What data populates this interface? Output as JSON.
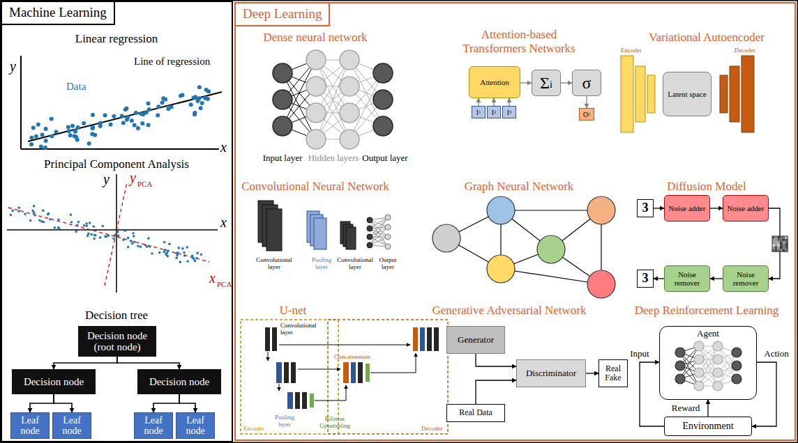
{
  "diagram": {
    "nodes": [
      {
        "text": [
          "Machine Learning"
        ]
      },
      {
        "text": [
          "Decision node (root node)"
        ],
        "in": 0
      },
      {
        "text": [
          "Decision node"
        ],
        "in": 0
      },
      {
        "text": [
          "Decision node"
        ],
        "in": 0
      },
      {
        "text": [
          "Leaf node"
        ],
        "in": 0
      },
      {
        "text": [
          "Leaf node"
        ],
        "in": 0
      },
      {
        "text": [
          "Leaf node"
        ],
        "in": 0
      },
      {
        "text": [
          "Leaf node"
        ],
        "in": 0
      },
      {
        "text": [
          "Deep Learning"
        ]
      },
      {
        "text": [
          "Attention"
        ],
        "in": 8
      },
      {
        "text": [
          "Σ",
          "i"
        ],
        "in": 8
      },
      {
        "text": [
          "σ"
        ],
        "in": 8
      },
      {
        "text": [
          "I",
          "1"
        ],
        "in": 8
      },
      {
        "text": [
          "I",
          "2"
        ],
        "in": 8
      },
      {
        "text": [
          "I",
          "3"
        ],
        "in": 8
      },
      {
        "text": [
          "O",
          "1"
        ],
        "in": 8
      },
      {
        "text": [
          "Latent space"
        ],
        "in": 8
      },
      {
        "text": [
          "3"
        ],
        "in": 8
      },
      {
        "text": [
          "Noise adder"
        ],
        "in": 8
      },
      {
        "text": [
          "Noise adder"
        ],
        "in": 8
      },
      {
        "text": [
          "3"
        ],
        "in": 8
      },
      {
        "text": [
          "Noise remover"
        ],
        "in": 8
      },
      {
        "text": [
          "Noise remover"
        ],
        "in": 8
      },
      {
        "text": [
          "Generator"
        ],
        "in": 8
      },
      {
        "text": [
          "Discriminator"
        ],
        "in": 8
      },
      {
        "text": [
          "Real Fake"
        ],
        "in": 8
      },
      {
        "text": [
          "Real Data"
        ],
        "in": 8
      },
      {
        "text": [
          "Agent"
        ],
        "in": 8
      },
      {
        "text": [
          "Environment"
        ],
        "in": 8
      }
    ],
    "edges": [
      {
        "from": 1,
        "to": 2,
        "arrow": "to"
      },
      {
        "from": 1,
        "to": 3,
        "arrow": "to"
      },
      {
        "from": 2,
        "to": 4,
        "arrow": "to"
      },
      {
        "from": 2,
        "to": 5,
        "arrow": "to"
      },
      {
        "from": 3,
        "to": 6,
        "arrow": "to"
      },
      {
        "from": 3,
        "to": 7,
        "arrow": "to"
      },
      {
        "from": 12,
        "to": 9,
        "arrow": "to"
      },
      {
        "from": 13,
        "to": 9,
        "arrow": "to"
      },
      {
        "from": 14,
        "to": 9,
        "arrow": "to"
      },
      {
        "from": 9,
        "to": 10,
        "arrow": "to"
      },
      {
        "from": 10,
        "to": 11,
        "arrow": "to"
      },
      {
        "from": 11,
        "to": 15,
        "arrow": "to"
      },
      {
        "from": 17,
        "to": 18,
        "arrow": "to"
      },
      {
        "from": 18,
        "to": 19,
        "arrow": "to"
      },
      {
        "from": 19,
        "to": 22,
        "arrow": "to"
      },
      {
        "from": 22,
        "to": 21,
        "arrow": "to"
      },
      {
        "from": 21,
        "to": 20,
        "arrow": "to"
      },
      {
        "from": 23,
        "to": 24,
        "arrow": "to"
      },
      {
        "from": 26,
        "to": 24,
        "arrow": "to"
      },
      {
        "from": 24,
        "to": 25,
        "arrow": "to"
      },
      {
        "from": 27,
        "to": 28,
        "label": "Action",
        "arrow": "to"
      },
      {
        "from": 28,
        "to": 27,
        "label": "Reward",
        "arrow": "to"
      },
      {
        "from": 28,
        "to": 27,
        "label": "Input",
        "arrow": "to"
      }
    ],
    "labels": [
      "Linear regression",
      "y",
      "Line of regression",
      "Data",
      "x",
      "Principal Component Analysis",
      "y",
      "y",
      "PCA",
      "x",
      "x",
      "PCA",
      "Decision tree",
      "Dense neural network",
      "Input layer",
      "Hidden layers",
      "Output layer",
      "Attention-based Transformers Networks",
      "Variational Autoencoder",
      "Encoder",
      "Decoder",
      "Convolutional Neural Network",
      "Convolutional layer",
      "Pooling layer",
      "Convolutional layer",
      "Output layer",
      "Graph Neural Network",
      "Diffusion Model",
      "U-net",
      "Convolutional layer",
      "Concatenation",
      "Pooling layer",
      "Bilinear Upsampling",
      "Encoder",
      "Decoder",
      "Generative Adversarial Network",
      "Deep Reinforcement Learning"
    ]
  }
}
